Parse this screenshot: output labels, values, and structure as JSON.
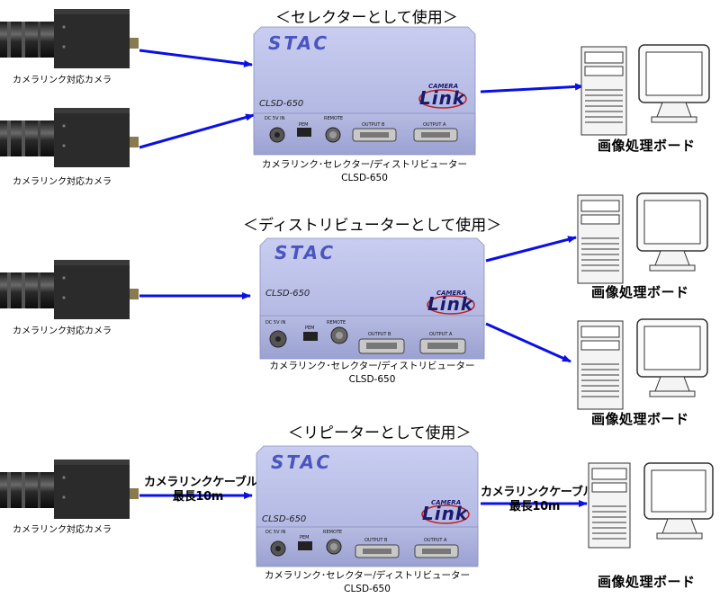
{
  "sections": [
    {
      "title": "＜セレクターとして使用＞",
      "cameras": [
        "カメラリンク対応カメラ",
        "カメラリンク対応カメラ"
      ],
      "device": {
        "brand": "STAC",
        "model": "CLSD-650",
        "logo_small": "CAMERA",
        "logo_large": "Link",
        "port_labels": [
          "DC 5V IN",
          "PEM",
          "REMOTE",
          "OUTPUT B",
          "OUTPUT A"
        ],
        "caption_line1": "カメラリンク･セレクター/ディストリビューター",
        "caption_line2": "CLSD-650"
      },
      "boards": [
        "画像処理ボード"
      ]
    },
    {
      "title": "＜ディストリビューターとして使用＞",
      "cameras": [
        "カメラリンク対応カメラ"
      ],
      "device": {
        "brand": "STAC",
        "model": "CLSD-650",
        "logo_small": "CAMERA",
        "logo_large": "Link",
        "port_labels": [
          "DC 5V IN",
          "PEM",
          "REMOTE",
          "OUTPUT B",
          "OUTPUT A"
        ],
        "caption_line1": "カメラリンク･セレクター/ディストリビューター",
        "caption_line2": "CLSD-650"
      },
      "boards": [
        "画像処理ボード",
        "画像処理ボード"
      ]
    },
    {
      "title": "＜リピーターとして使用＞",
      "cameras": [
        "カメラリンク対応カメラ"
      ],
      "cable_left": {
        "line1": "カメラリンクケーブル",
        "line2": "最長10m"
      },
      "cable_right": {
        "line1": "カメラリンクケーブル",
        "line2": "最長10m"
      },
      "device": {
        "brand": "STAC",
        "model": "CLSD-650",
        "logo_small": "CAMERA",
        "logo_large": "Link",
        "port_labels": [
          "DC 5V IN",
          "PEM",
          "REMOTE",
          "OUTPUT B",
          "OUTPUT A"
        ],
        "caption_line1": "カメラリンク･セレクター/ディストリビューター",
        "caption_line2": "CLSD-650"
      },
      "boards": [
        "画像処理ボード"
      ]
    }
  ],
  "colors": {
    "arrow": "#0a10e6",
    "device_body": "#b8bde6",
    "camera_body": "#2a2a2a"
  },
  "icons": [
    "camera-icon",
    "clsd-650-device-icon",
    "pc-tower-icon",
    "crt-monitor-icon",
    "arrow-icon"
  ]
}
